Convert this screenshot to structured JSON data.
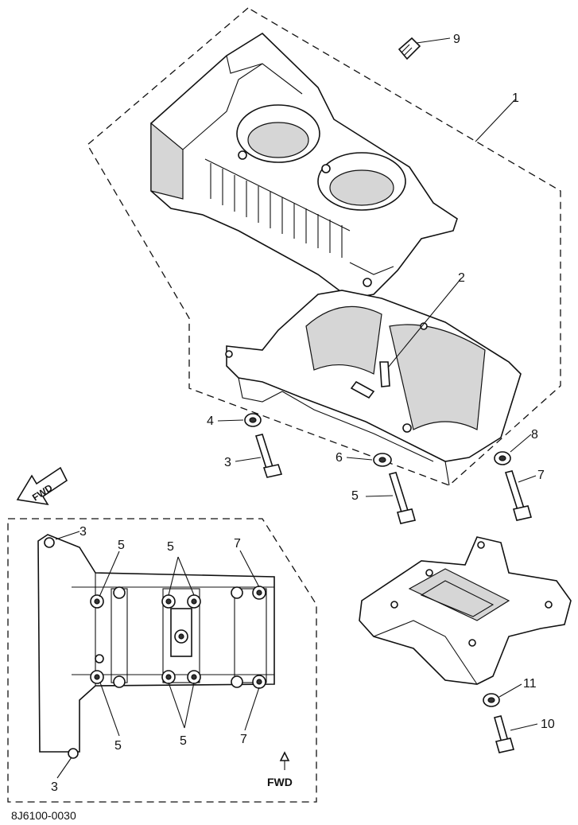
{
  "callouts": {
    "c1": "1",
    "c2": "2",
    "c3a": "3",
    "c4": "4",
    "c5a": "5",
    "c6": "6",
    "c7a": "7",
    "c8": "8",
    "c9": "9",
    "c10": "10",
    "c11": "11",
    "inset_3_top": "3",
    "inset_3_bottom": "3",
    "inset_5_a": "5",
    "inset_5_b": "5",
    "inset_5_c": "5",
    "inset_5_d": "5",
    "inset_7_top": "7",
    "inset_7_bottom": "7"
  },
  "fwd": {
    "arrow_label": "FWD",
    "inset_label": "FWD"
  },
  "footer": {
    "drawing_code": "8J6100-0030"
  }
}
